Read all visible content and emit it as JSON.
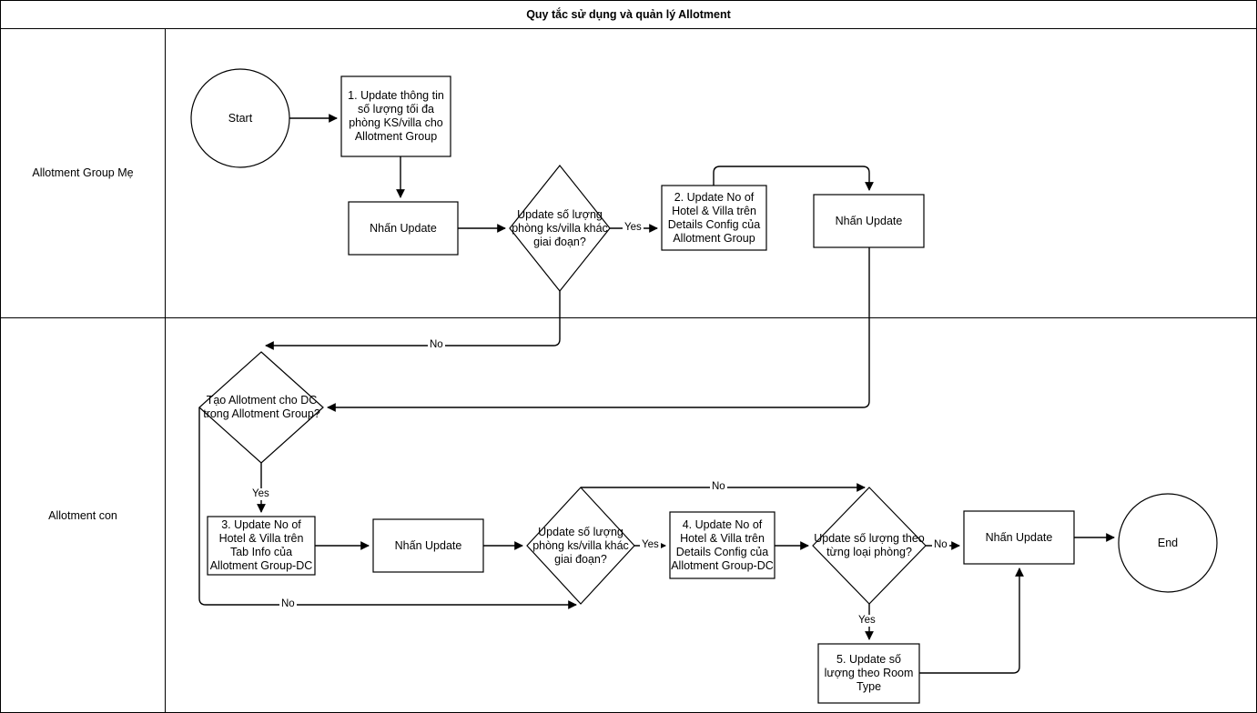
{
  "diagram": {
    "title": "Quy tắc sử dụng và quản lý Allotment",
    "type": "flowchart-swimlane",
    "lanes": [
      {
        "id": "lane-parent",
        "label": "Allotment Group Mẹ"
      },
      {
        "id": "lane-child",
        "label": "Allotment con"
      }
    ],
    "nodes": {
      "start": {
        "label": "Start",
        "shape": "circle",
        "lane": "lane-parent"
      },
      "step1": {
        "label": "1. Update thông tin số lượng tối đa phòng KS/villa cho Allotment Group",
        "shape": "rectangle",
        "lane": "lane-parent"
      },
      "update_a": {
        "label": "Nhấn Update",
        "shape": "rectangle",
        "lane": "lane-parent"
      },
      "decision1": {
        "label": "Update số lượng phòng ks/villa khác giai đoạn?",
        "shape": "diamond",
        "lane": "lane-parent"
      },
      "step2": {
        "label": "2. Update No of Hotel & Villa trên Details Config của Allotment Group",
        "shape": "rectangle",
        "lane": "lane-parent"
      },
      "update_b": {
        "label": "Nhấn Update",
        "shape": "rectangle",
        "lane": "lane-parent"
      },
      "decision2": {
        "label": "Tạo Allotment cho DC trong Allotment Group?",
        "shape": "diamond",
        "lane": "lane-child"
      },
      "step3": {
        "label": "3. Update No of Hotel & Villa trên Tab Info của Allotment Group-DC",
        "shape": "rectangle",
        "lane": "lane-child"
      },
      "update_c": {
        "label": "Nhấn Update",
        "shape": "rectangle",
        "lane": "lane-child"
      },
      "decision3": {
        "label": "Update số lượng phòng ks/villa khác giai đoạn?",
        "shape": "diamond",
        "lane": "lane-child"
      },
      "step4": {
        "label": "4. Update No of Hotel & Villa trên Details Config của Allotment Group-DC",
        "shape": "rectangle",
        "lane": "lane-child"
      },
      "decision4": {
        "label": "Update số lượng theo từng loại phòng?",
        "shape": "diamond",
        "lane": "lane-child"
      },
      "update_d": {
        "label": "Nhấn Update",
        "shape": "rectangle",
        "lane": "lane-child"
      },
      "step5": {
        "label": "5. Update số lượng theo Room Type",
        "shape": "rectangle",
        "lane": "lane-child"
      },
      "end": {
        "label": "End",
        "shape": "circle",
        "lane": "lane-child"
      }
    },
    "edge_labels": {
      "d1_yes": "Yes",
      "d1_no": "No",
      "d2_yes": "Yes",
      "d2_no": "No",
      "d3_yes": "Yes",
      "d3_no": "No",
      "d4_yes": "Yes",
      "d4_no": "No"
    },
    "colors": {
      "stroke": "#000000",
      "fill": "#ffffff",
      "text": "#000000"
    }
  }
}
